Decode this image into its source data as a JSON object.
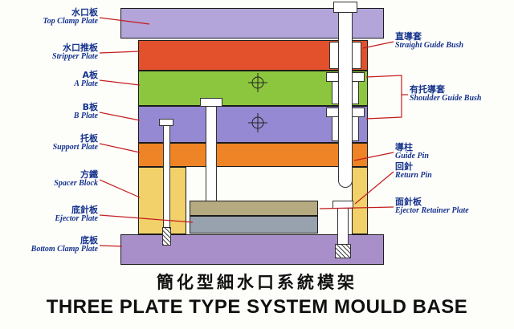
{
  "title": {
    "zh": "簡化型細水口系統模架",
    "en": "THREE PLATE TYPE SYSTEM MOULD BASE"
  },
  "labels": {
    "left": [
      {
        "zh": "水口板",
        "en": "Top Clamp Plate"
      },
      {
        "zh": "水口推板",
        "en": "Stripper Plate"
      },
      {
        "zh": "A板",
        "en": "A Plate"
      },
      {
        "zh": "B板",
        "en": "B Plate"
      },
      {
        "zh": "托板",
        "en": "Support Plate"
      },
      {
        "zh": "方鐵",
        "en": "Spacer Block"
      },
      {
        "zh": "底針板",
        "en": "Ejector Plate"
      },
      {
        "zh": "底板",
        "en": "Bottom Clamp Plate"
      }
    ],
    "right": [
      {
        "zh": "直導套",
        "en": "Straight Guide Bush"
      },
      {
        "zh": "有托導套",
        "en": "Shoulder Guide Bush"
      },
      {
        "zh": "導柱",
        "en": "Guide Pin"
      },
      {
        "zh": "回針",
        "en": "Return Pin"
      },
      {
        "zh": "面針板",
        "en": "Ejector Retainer Plate"
      }
    ]
  },
  "colors": {
    "top_clamp_plate": "#b3a5d9",
    "stripper_plate": "#e2512b",
    "a_plate": "#8cc63e",
    "b_plate": "#9489d2",
    "support_plate": "#ee8426",
    "spacer_block": "#f2d16b",
    "ejector_retainer_plate": "#b5aa80",
    "ejector_plate": "#98a2ae",
    "bottom_clamp_plate": "#a98fc9",
    "leader_line": "#c21d1d",
    "label_text": "#16338e"
  }
}
